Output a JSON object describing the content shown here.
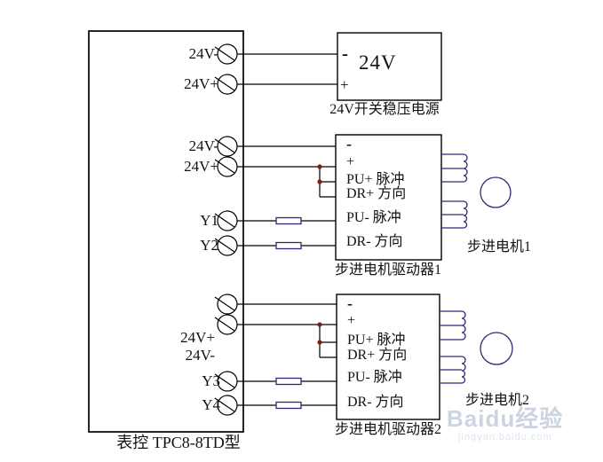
{
  "colors": {
    "wire": "#000000",
    "component": "#2b2b7a",
    "junction": "#7a1f1f",
    "watermark": "#ccd3e1",
    "watermark2": "#dfe5ee"
  },
  "plc": {
    "caption": "表控  TPC8-8TD型",
    "terminal_labels": [
      "24V-",
      "24V+",
      "24V-",
      "24V+",
      "Y1",
      "Y2",
      "24V+",
      "24V-",
      "Y3",
      "Y4"
    ]
  },
  "power_supply": {
    "value": "24V",
    "terminal_minus": "-",
    "terminal_plus": "+",
    "caption": "24V开关稳压电源"
  },
  "drivers": [
    {
      "caption": "步进电机驱动器1",
      "pins": [
        "-",
        "+",
        "PU+ 脉冲",
        "DR+ 方向",
        "PU- 脉冲",
        "DR- 方向"
      ]
    },
    {
      "caption": "步进电机驱动器2",
      "pins": [
        "-",
        "+",
        "PU+ 脉冲",
        "DR+ 方向",
        "PU- 脉冲",
        "DR- 方向"
      ]
    }
  ],
  "motors": [
    {
      "label": "步进电机1"
    },
    {
      "label": "步进电机2"
    }
  ],
  "watermark": {
    "logo": "Baidu经验",
    "url": "jingyan.baidu.com"
  }
}
